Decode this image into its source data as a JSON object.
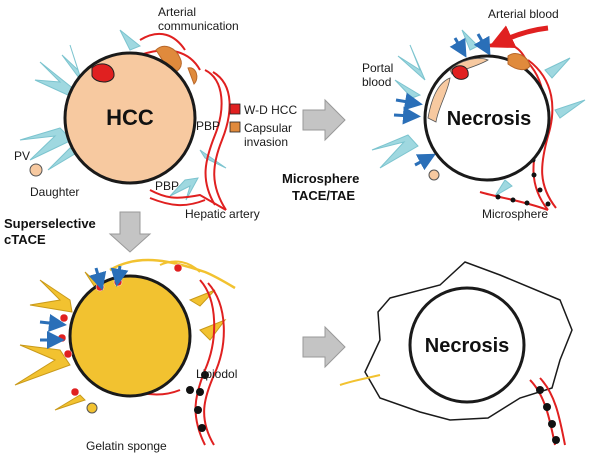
{
  "panels": {
    "top_left": {
      "tumor_label": "HCC",
      "arterial_communication_line1": "Arterial",
      "arterial_communication_line2": "communication",
      "pbp_right": "PBP",
      "pbp_bottom": "PBP",
      "pv": "PV",
      "daughter": "Daughter",
      "hepatic_artery": "Hepatic artery",
      "legend_wd_hcc": "W-D HCC",
      "legend_capsular_line1": "Capsular",
      "legend_capsular_line2": "invasion"
    },
    "top_right": {
      "tumor_label": "Necrosis",
      "arterial_blood": "Arterial blood",
      "portal_blood_line1": "Portal",
      "portal_blood_line2": "blood",
      "microsphere": "Microsphere"
    },
    "middle": {
      "microsphere_tace_line1": "Microsphere",
      "microsphere_tace_line2": "TACE/TAE"
    },
    "left_middle": {
      "superselective_line1": "Superselective",
      "superselective_line2": "cTACE"
    },
    "bottom_left": {
      "lipiodol": "Lipiodol",
      "gelatin_sponge": "Gelatin sponge"
    },
    "bottom_right": {
      "tumor_label": "Necrosis"
    }
  },
  "colors": {
    "hcc_fill": "#f7c9a0",
    "wd_hcc": "#e02020",
    "capsular": "#e08a3c",
    "artery": "#e02020",
    "portal": "#9fd8e0",
    "lipiodol": "#f2c230",
    "arrow_gray": "#b8b8b8",
    "blue_arrow": "#2a6fb8"
  }
}
